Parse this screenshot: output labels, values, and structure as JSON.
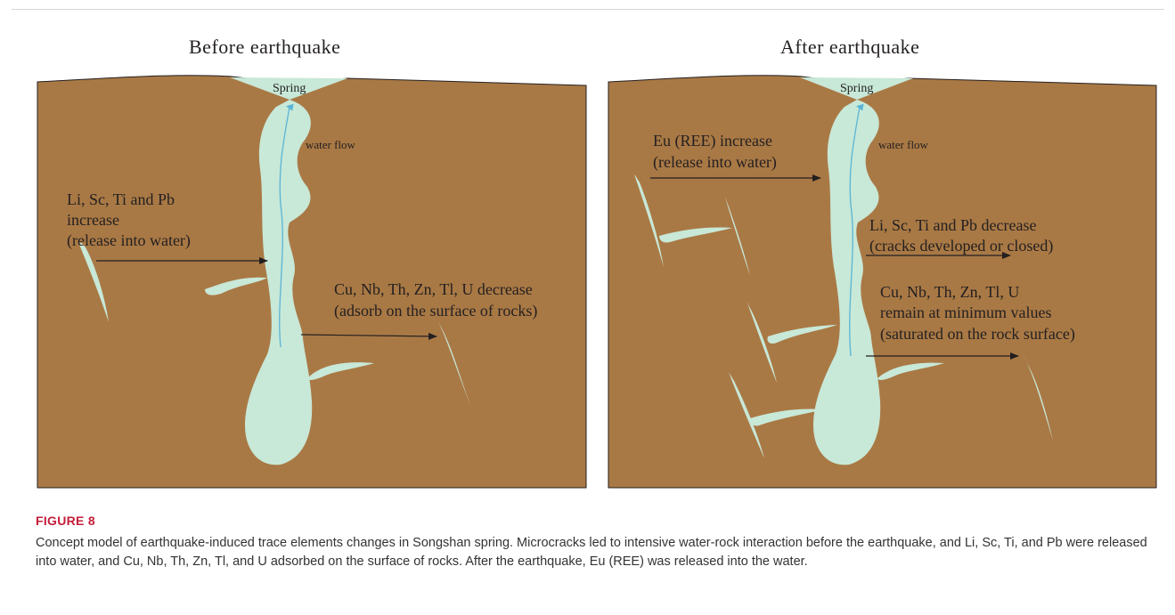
{
  "colors": {
    "rock": "#a97945",
    "water": "#c8e8d8",
    "flow_arrow": "#5ab4d6",
    "arrow": "#231f20",
    "caption_label": "#c41e3a"
  },
  "panels": [
    {
      "title": "Before earthquake",
      "spring_label": "Spring",
      "flow_label": "water flow",
      "annotations": {
        "increase": [
          "Li, Sc, Ti and Pb",
          "increase",
          "(release into water)"
        ],
        "decrease": [
          "Cu, Nb, Th, Zn, Tl, U decrease",
          "(adsorb on the surface of rocks)"
        ]
      }
    },
    {
      "title": "After earthquake",
      "spring_label": "Spring",
      "flow_label": "water flow",
      "annotations": {
        "eu": [
          "Eu (REE) increase",
          "(release into water)"
        ],
        "decrease": [
          "Li, Sc, Ti and Pb decrease",
          "(cracks developed or closed)"
        ],
        "remain": [
          "Cu, Nb, Th, Zn, Tl, U",
          "remain at minimum values",
          "(saturated on the rock surface)"
        ]
      }
    }
  ],
  "caption": {
    "label": "FIGURE 8",
    "text": "Concept model of earthquake-induced trace elements changes in Songshan spring. Microcracks led to intensive water-rock interaction before the earthquake, and Li, Sc, Ti, and Pb were released into water, and Cu, Nb, Th, Zn, Tl, and U adsorbed on the surface of rocks. After the earthquake, Eu (REE) was released into the water."
  }
}
